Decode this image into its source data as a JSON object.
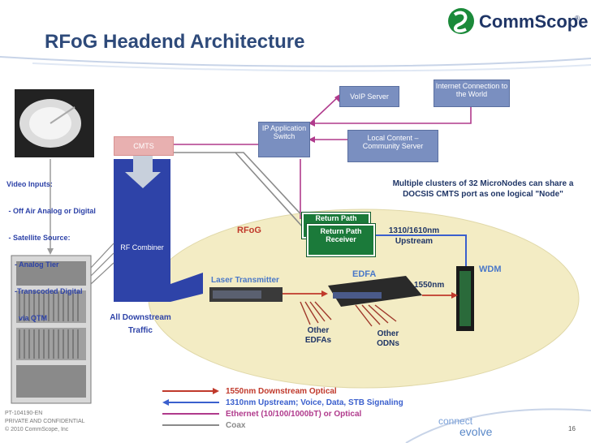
{
  "header": {
    "title": "RFoG Headend Architecture",
    "logo": "CommScope",
    "logo_mark": "®"
  },
  "boxes": {
    "cmts": "CMTS",
    "voip": "VoIP Server",
    "internet": "Internet Connection to the World",
    "ip_switch": "IP Application Switch",
    "local_content": "Local Content – Community Server",
    "rf_combiner": "RF Combiner",
    "return_path_back": "Return Path",
    "return_path_receiver": "Return Path Receiver"
  },
  "labels": {
    "video_inputs": [
      "Video Inputs:",
      " - Off Air Analog or Digital",
      " - Satellite Source:",
      "    - Analog Tier",
      "    -Transcoded Digital",
      "      via QTM"
    ],
    "clusters": "Multiple clusters of 32 MicroNodes can share a DOCSIS CMTS port as one logical \"Node\"",
    "rfog": "RFoG",
    "upstream": "1310/1610nm Upstream",
    "wdm": "WDM",
    "edfa": "EDFA",
    "laser": "Laser Transmitter",
    "nm1550": "1550nm",
    "all_downstream": "All Downstream Traffic",
    "other_edfas": "Other EDFAs",
    "other_odns": "Other ODNs"
  },
  "legend": [
    {
      "text": "1550nm Downstream Optical",
      "color": "#c0392b"
    },
    {
      "text": "1310nm Upstream; Voice, Data, STB Signaling",
      "color": "#3a5fcd"
    },
    {
      "text": "Ethernet (10/100/1000bT) or Optical",
      "color": "#b03a8c"
    },
    {
      "text": "Coax",
      "color": "#8a8a8a"
    }
  ],
  "footer": {
    "line1": "PT-104190-EN",
    "line2": "PRIVATE AND CONFIDENTIAL",
    "line3": "© 2010 CommScope, Inc",
    "brand1": "connect",
    "brand2": "evolve",
    "page": "16"
  },
  "colors": {
    "accent": "#2e4a7a",
    "ellipse": "#f3ecc4",
    "green_box": "#1b7a3a",
    "blue_box": "#7a8fc0",
    "downstream": "#c0392b",
    "upstream": "#3a5fcd",
    "ethernet": "#b03a8c",
    "coax": "#8a8a8a"
  }
}
